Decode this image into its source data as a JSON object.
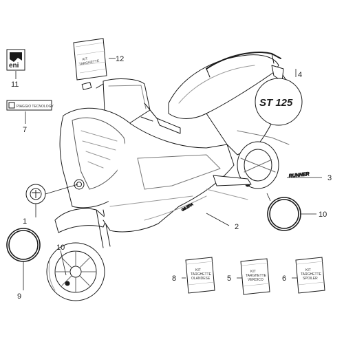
{
  "diagram": {
    "callouts": [
      {
        "id": "1",
        "text": "1"
      },
      {
        "id": "2",
        "text": "2"
      },
      {
        "id": "3",
        "text": "3"
      },
      {
        "id": "4",
        "text": "4"
      },
      {
        "id": "5",
        "text": "5"
      },
      {
        "id": "6",
        "text": "6"
      },
      {
        "id": "7",
        "text": "7"
      },
      {
        "id": "8",
        "text": "8"
      },
      {
        "id": "9",
        "text": "9"
      },
      {
        "id": "10a",
        "text": "10"
      },
      {
        "id": "10b",
        "text": "10"
      },
      {
        "id": "11",
        "text": "11"
      },
      {
        "id": "12",
        "text": "12"
      }
    ],
    "decals": {
      "eni_logo": "eni",
      "piaggio_badge": "PIAGGIO TECNOLOGY",
      "st125": "ST 125",
      "runner_script": "RUNNER",
      "side_script": "GILERA",
      "kit_12": {
        "line1": "KIT",
        "line2": "TARGHETTE"
      },
      "kit_8": {
        "line1": "KIT",
        "line2": "TARGHETTE",
        "line3": "OLANDESE"
      },
      "kit_5": {
        "line1": "KIT",
        "line2": "TARGHETTE",
        "line3": "VERDICO"
      },
      "kit_6": {
        "line1": "KIT",
        "line2": "TARGHETTE",
        "line3": "SPOILER"
      }
    }
  },
  "colors": {
    "line": "#1a1a1a",
    "light": "#888888",
    "bg": "#ffffff"
  }
}
